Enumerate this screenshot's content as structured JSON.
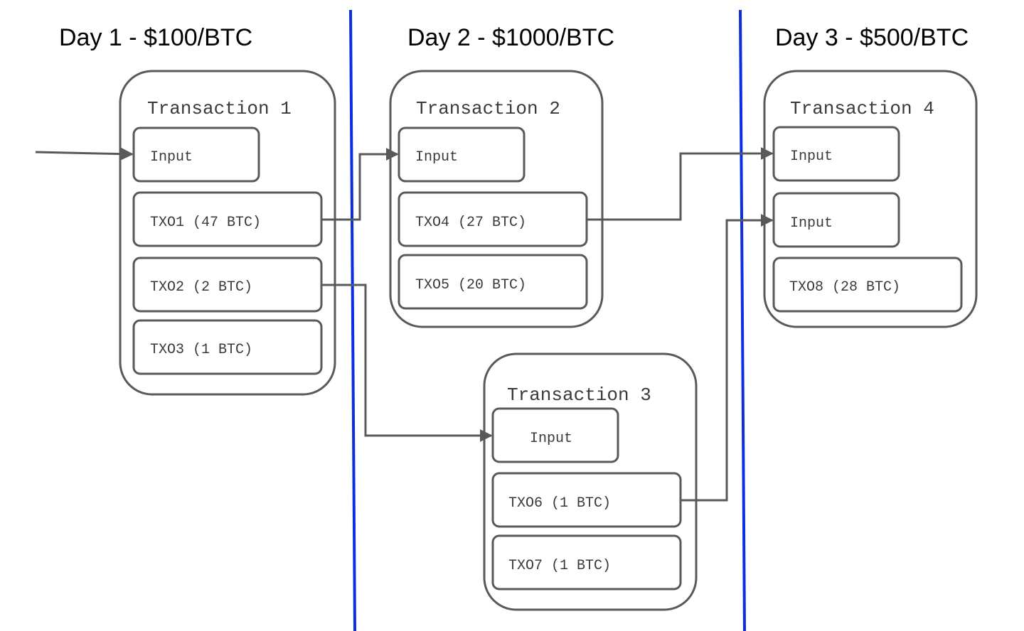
{
  "days": [
    {
      "label": "Day 1 - $100/BTC"
    },
    {
      "label": "Day 2 - $1000/BTC"
    },
    {
      "label": "Day 3 - $500/BTC"
    }
  ],
  "transactions": [
    {
      "title": "Transaction 1",
      "items": [
        "Input",
        "TXO1 (47 BTC)",
        "TXO2 (2 BTC)",
        "TXO3 (1 BTC)"
      ]
    },
    {
      "title": "Transaction 2",
      "items": [
        "Input",
        "TXO4 (27 BTC)",
        "TXO5 (20 BTC)"
      ]
    },
    {
      "title": "Transaction 3",
      "items": [
        "Input",
        "TXO6 (1 BTC)",
        "TXO7 (1 BTC)"
      ]
    },
    {
      "title": "Transaction 4",
      "items": [
        "Input",
        "Input",
        "TXO8 (28 BTC)"
      ]
    }
  ],
  "colors": {
    "divider": "#0a2ee0",
    "stroke": "#595959",
    "text": "#3a3a3a"
  }
}
